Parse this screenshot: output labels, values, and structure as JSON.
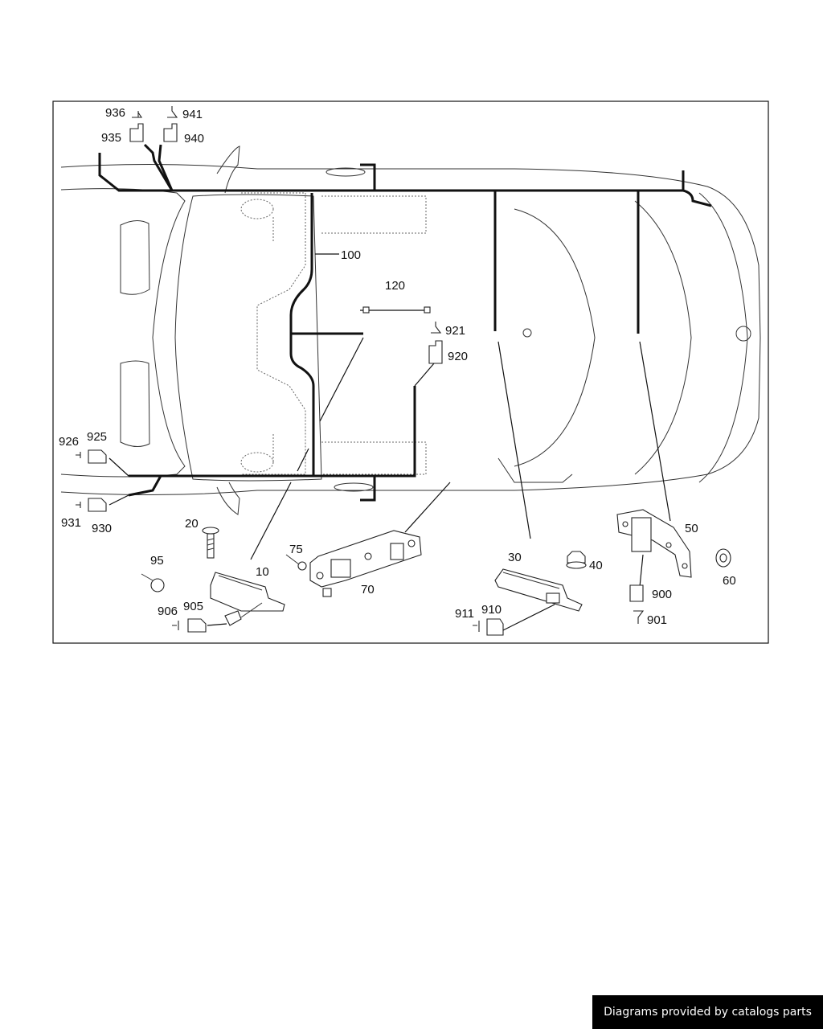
{
  "labels": {
    "p936": "936",
    "p941": "941",
    "p935": "935",
    "p940": "940",
    "p100": "100",
    "p120": "120",
    "p921": "921",
    "p920": "920",
    "p926": "926",
    "p925": "925",
    "p931": "931",
    "p930": "930",
    "p20": "20",
    "p95": "95",
    "p10": "10",
    "p906": "906",
    "p905": "905",
    "p75": "75",
    "p70": "70",
    "p30": "30",
    "p40": "40",
    "p911": "911",
    "p910": "910",
    "p50": "50",
    "p60": "60",
    "p900": "900",
    "p901": "901"
  },
  "footer": {
    "text": "Diagrams provided by catalogs parts"
  }
}
